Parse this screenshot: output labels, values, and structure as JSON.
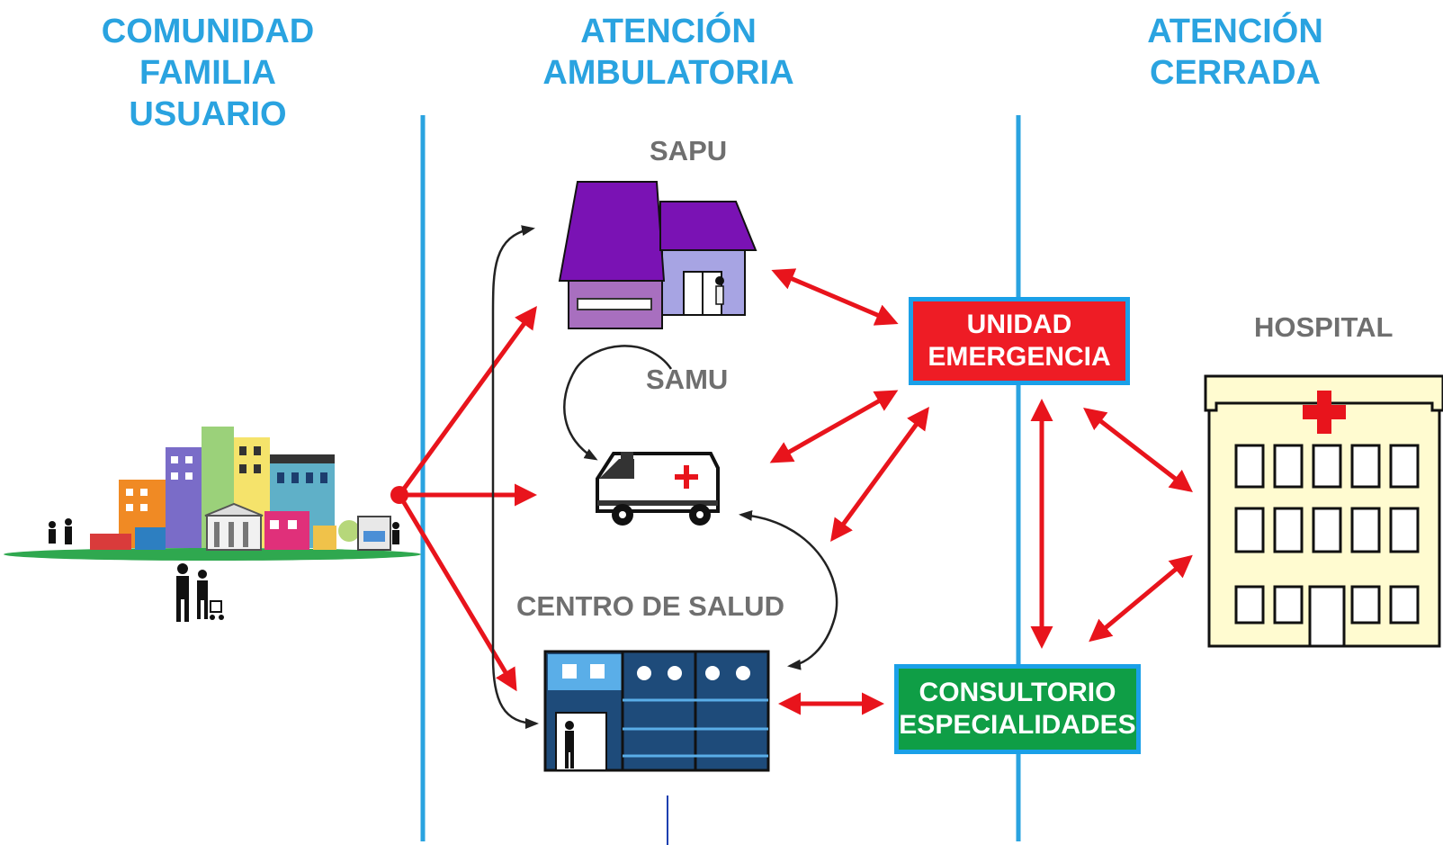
{
  "columns": [
    {
      "lines": [
        "COMUNIDAD",
        "FAMILIA",
        "USUARIO"
      ]
    },
    {
      "lines": [
        "ATENCIÓN",
        "AMBULATORIA"
      ]
    },
    {
      "lines": [
        "ATENCIÓN",
        "CERRADA"
      ]
    }
  ],
  "nodes": {
    "sapu": "SAPU",
    "samu": "SAMU",
    "centro": "CENTRO DE SALUD",
    "hospital": "HOSPITAL",
    "unidad_emergencia": [
      "UNIDAD",
      "EMERGENCIA"
    ],
    "consultorio": [
      "CONSULTORIO",
      "ESPECIALIDADES"
    ]
  },
  "colors": {
    "divider": "#2aa3e0",
    "arrow_red": "#e8141c",
    "emergency_box": "#ee1c25",
    "specialties_box": "#0f9e46",
    "sapu_roof": "#6a0dad",
    "hospital_body": "#fffbd0"
  },
  "icons": [
    "city-icon",
    "clinic-building-icon",
    "ambulance-icon",
    "health-center-building-icon",
    "hospital-building-icon"
  ]
}
